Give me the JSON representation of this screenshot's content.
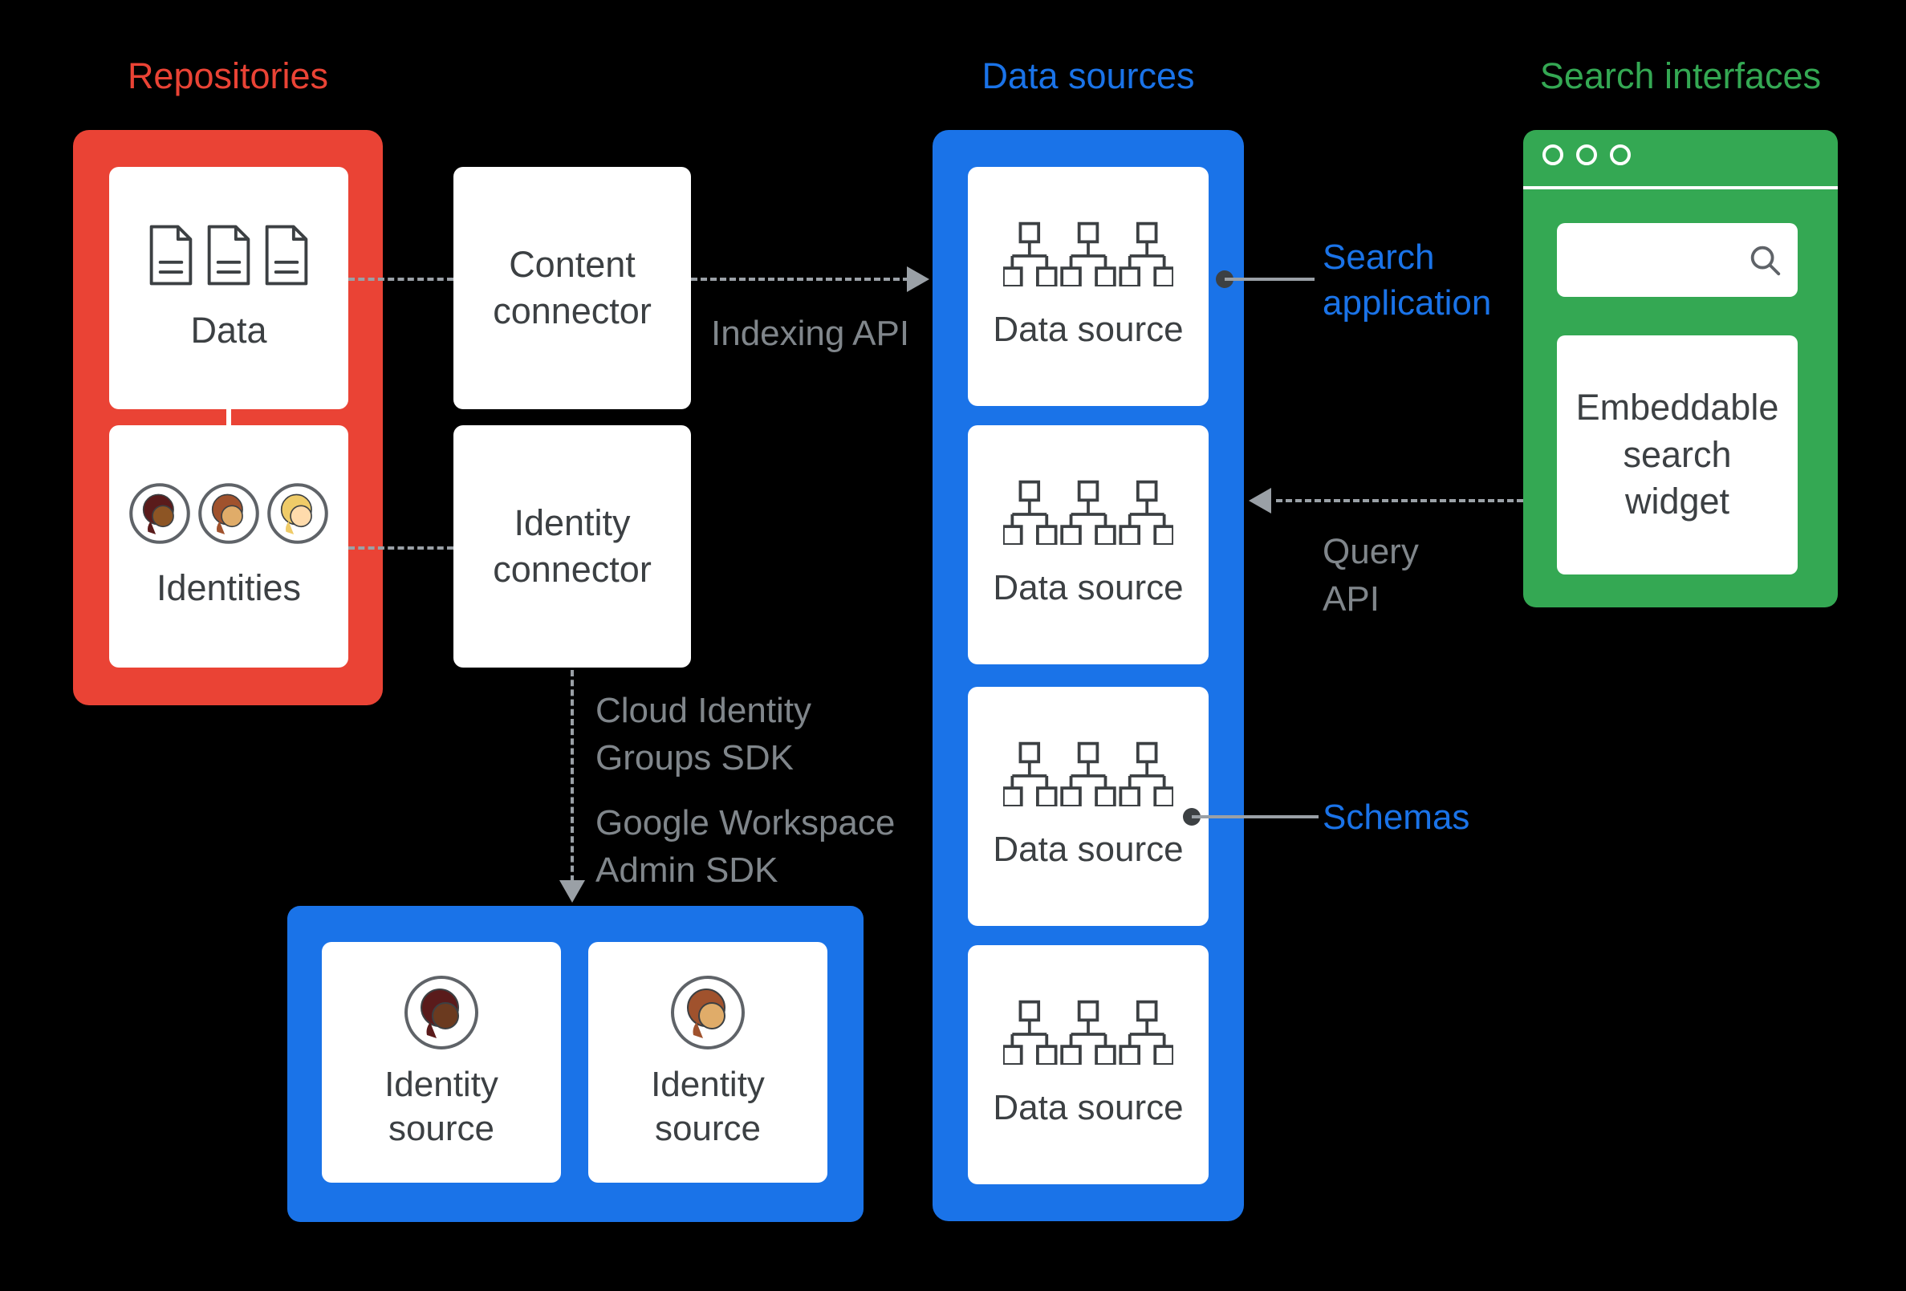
{
  "headings": {
    "repositories": "Repositories",
    "data_sources": "Data sources",
    "search_interfaces": "Search interfaces"
  },
  "repositories": {
    "data_card": "Data",
    "identities_card": "Identities"
  },
  "connectors": {
    "content": "Content connector",
    "identity": "Identity connector"
  },
  "annotations": {
    "indexing_api": "Indexing API",
    "search_application": "Search application",
    "query_api": "Query API",
    "schemas": "Schemas",
    "cloud_identity_sdk": "Cloud Identity Groups SDK",
    "workspace_admin_sdk": "Google Workspace Admin SDK"
  },
  "data_sources": {
    "cards": [
      {
        "label": "Data source"
      },
      {
        "label": "Data source"
      },
      {
        "label": "Data source"
      },
      {
        "label": "Data source"
      }
    ]
  },
  "search_interfaces": {
    "widget": "Embeddable search widget"
  },
  "identity_sources": {
    "cards": [
      {
        "label": "Identity source"
      },
      {
        "label": "Identity source"
      }
    ]
  },
  "colors": {
    "red": "#EA4335",
    "blue": "#1A73E8",
    "green": "#34A853",
    "gray_text": "#80868B",
    "card_text": "#3C4043",
    "line_gray": "#9AA0A6",
    "background": "#000000"
  }
}
